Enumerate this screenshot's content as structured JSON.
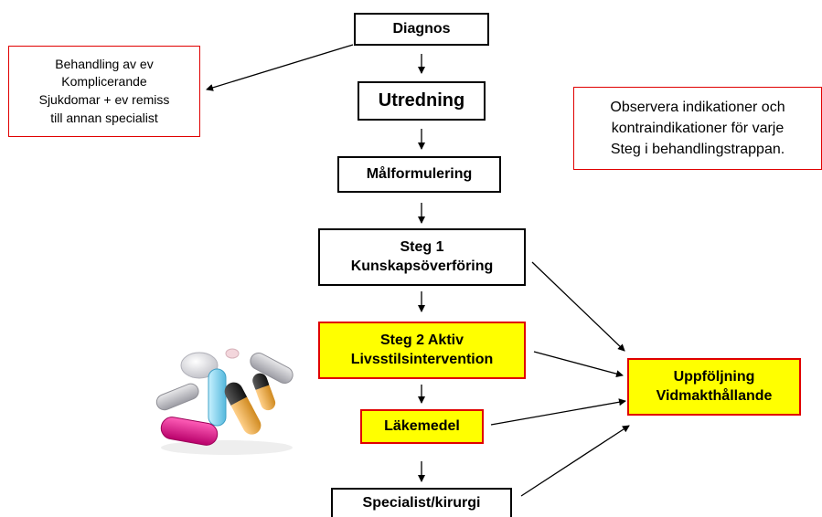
{
  "diagram": {
    "diagnos": "Diagnos",
    "utredning": "Utredning",
    "malformulering": "Målformulering",
    "steg1": "Steg 1\nKunskapsöverföring",
    "steg2": "Steg 2 Aktiv\nLivsstilsintervention",
    "lakemedel": "Läkemedel",
    "specialist": "Specialist/kirurgi",
    "uppfoljning": "Uppföljning\nVidmakthållande",
    "behandling": "Behandling av ev\nKomplicerande\nSjukdomar + ev remiss\ntill annan specialist",
    "observera": "Observera indikationer och\nkontraindikationer för varje\nSteg i behandlingstrappan."
  },
  "colors": {
    "highlight": "#ffff00",
    "highlight_border": "#e00000",
    "note_border": "#e00000"
  }
}
